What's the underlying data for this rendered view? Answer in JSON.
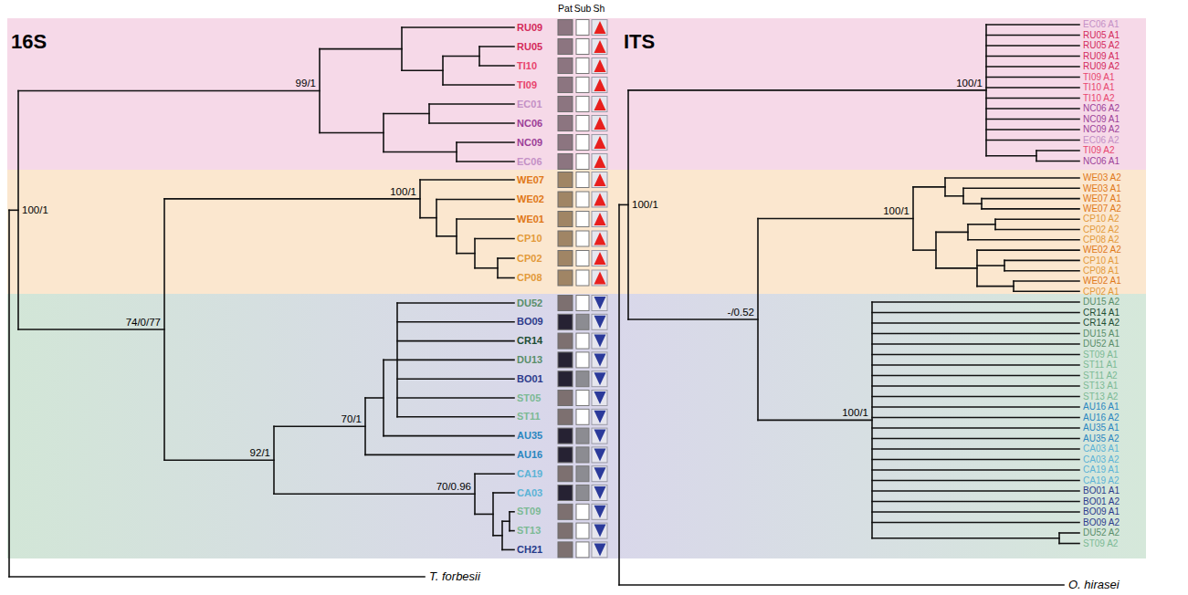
{
  "diagram": {
    "labels": [
      "16S",
      "Pat",
      "Sub",
      "Sh",
      "RU09",
      "RU05",
      "TI10",
      "TI09",
      "EC01",
      "NC06",
      "NC09",
      "EC06",
      "WE07",
      "WE02",
      "WE01",
      "CP10",
      "CP02",
      "CP08",
      "DU52",
      "BO09",
      "CR14",
      "DU13",
      "BO01",
      "ST05",
      "ST11",
      "AU35",
      "AU16",
      "CA19",
      "CA03",
      "ST09",
      "ST13",
      "CH21",
      "99/1",
      "100/1",
      "100/1",
      "74/0/77",
      "92/1",
      "70/1",
      "70/0.96",
      "T. forbesii",
      "ITS",
      "EC06 A1",
      "RU05 A1",
      "RU05 A2",
      "RU09 A1",
      "RU09 A2",
      "TI09 A1",
      "TI10 A1",
      "TI10 A2",
      "NC06 A2",
      "NC09 A1",
      "NC09 A2",
      "EC06 A2",
      "TI09 A2",
      "NC06 A1",
      "WE03 A2",
      "WE03 A1",
      "WE07 A1",
      "WE07 A2",
      "CP10 A2",
      "CP02 A2",
      "CP08 A2",
      "WE02 A2",
      "CP10 A1",
      "CP08 A1",
      "WE02 A1",
      "CP02 A1",
      "DU15 A2",
      "CR14 A1",
      "CR14 A2",
      "DU15 A1",
      "DU52 A1",
      "ST09 A1",
      "ST11 A1",
      "ST11 A2",
      "ST13 A1",
      "ST13 A2",
      "AU16 A1",
      "AU16 A2",
      "AU35 A1",
      "AU35 A2",
      "CA03 A1",
      "CA03 A2",
      "CA19 A1",
      "CA19 A2",
      "BO01 A1",
      "BO01 A2",
      "BO09 A1",
      "BO09 A2",
      "DU52 A2",
      "ST09 A2",
      "100/1",
      "100/1",
      "100/1",
      "-/0.52",
      "100/1",
      "O. hirasei"
    ]
  }
}
